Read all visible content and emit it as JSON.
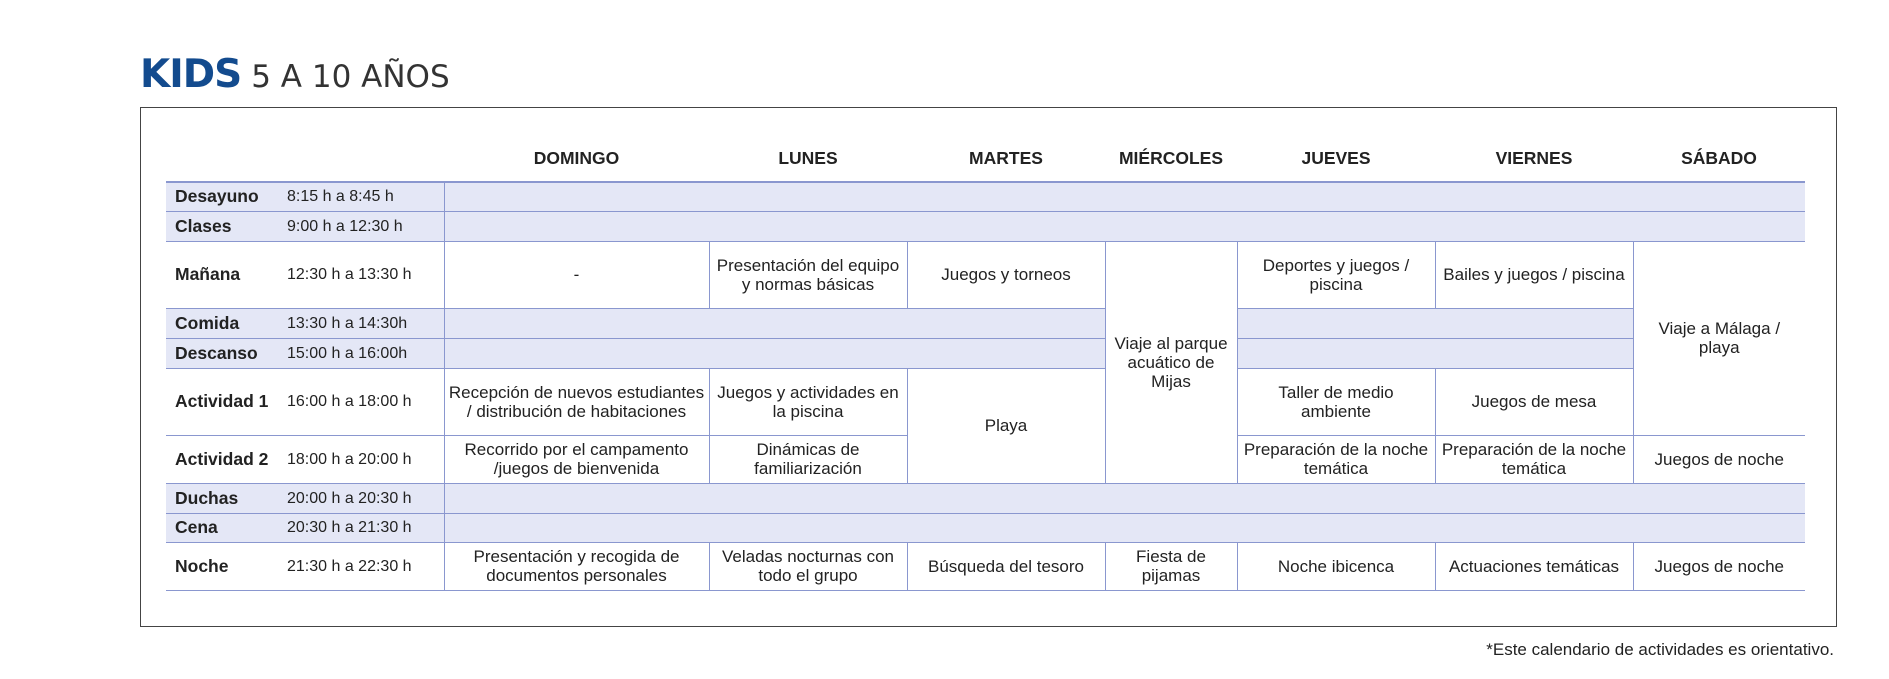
{
  "header": {
    "title_strong": "KIDS",
    "title_rest": "5 A 10 AÑOS"
  },
  "schedule": {
    "days": [
      "DOMINGO",
      "LUNES",
      "MARTES",
      "MIÉRCOLES",
      "JUEVES",
      "VIERNES",
      "SÁBADO"
    ],
    "rows": {
      "desayuno": {
        "label": "Desayuno",
        "time": "8:15 h a 8:45 h"
      },
      "clases": {
        "label": "Clases",
        "time": "9:00 h a 12:30 h"
      },
      "manana": {
        "label": "Mañana",
        "time": "12:30 h a 13:30 h",
        "domingo": "-",
        "lunes": "Presentación del equipo y normas básicas",
        "martes": "Juegos y torneos",
        "jueves": "Deportes y juegos / piscina",
        "viernes": "Bailes y juegos / piscina"
      },
      "comida": {
        "label": "Comida",
        "time": "13:30 h a 14:30h"
      },
      "descanso": {
        "label": "Descanso",
        "time": "15:00 h a 16:00h"
      },
      "actividad1": {
        "label": "Actividad 1",
        "time": "16:00 h a 18:00 h",
        "domingo": "Recepción de nuevos estudiantes / distribución de habitaciones",
        "lunes": "Juegos y actividades en la piscina",
        "jueves": "Taller de medio ambiente",
        "viernes": "Juegos de mesa"
      },
      "actividad2": {
        "label": "Actividad 2",
        "time": "18:00 h a 20:00 h",
        "domingo": "Recorrido por el  campamento /juegos de bienvenida",
        "lunes": "Dinámicas de familiarización",
        "jueves": "Preparación de la noche temática",
        "viernes": "Preparación de la noche temática",
        "sabado": "Juegos de noche"
      },
      "duchas": {
        "label": "Duchas",
        "time": "20:00 h a 20:30 h"
      },
      "cena": {
        "label": "Cena",
        "time": "20:30 h a 21:30 h"
      },
      "noche": {
        "label": "Noche",
        "time": "21:30 h a 22:30 h",
        "domingo": "Presentación y recogida de documentos personales",
        "lunes": "Veladas nocturnas con todo el grupo",
        "martes": "Búsqueda del tesoro",
        "miercoles": "Fiesta de pijamas",
        "jueves": "Noche ibicenca",
        "viernes": "Actuaciones temáticas",
        "sabado": "Juegos de noche"
      }
    },
    "spans": {
      "miercoles_viaje": "Viaje al parque acuático de Mijas",
      "martes_playa": "Playa",
      "sabado_viaje": "Viaje a Málaga / playa"
    }
  },
  "footnote": "*Este calendario de actividades es orientativo.",
  "colors": {
    "accent": "#134b8e",
    "grid": "#8a97cf",
    "shade": "#e4e7f6",
    "frame": "#444444"
  }
}
